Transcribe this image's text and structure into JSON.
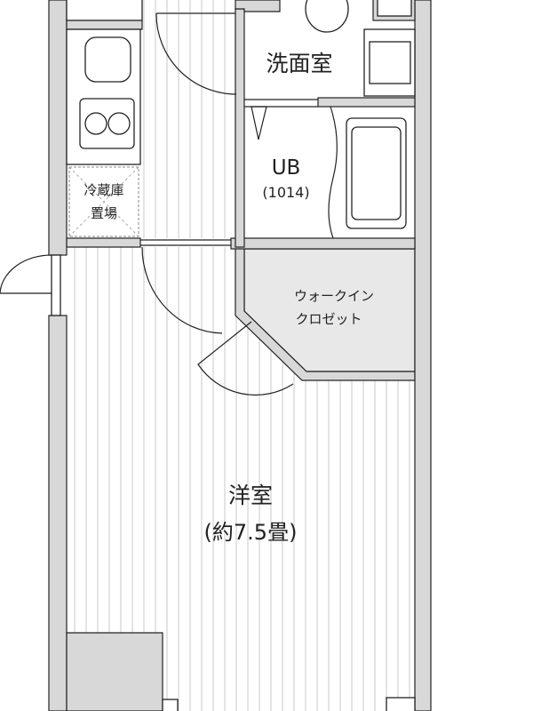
{
  "plan": {
    "rooms": {
      "washroom": "洗面室",
      "bath_name": "UB",
      "bath_size": "(1014)",
      "fridge_line1": "冷蔵庫",
      "fridge_line2": "置場",
      "closet_line1": "ウォークイン",
      "closet_line2": "クロゼット",
      "western_room": "洋室",
      "western_room_size": "(約7.5畳)"
    },
    "colors": {
      "wall": "#d8d8d8",
      "line": "#222222",
      "closet_fill": "#e8e8e8",
      "floor_stripe": "#c8c8c8"
    }
  }
}
